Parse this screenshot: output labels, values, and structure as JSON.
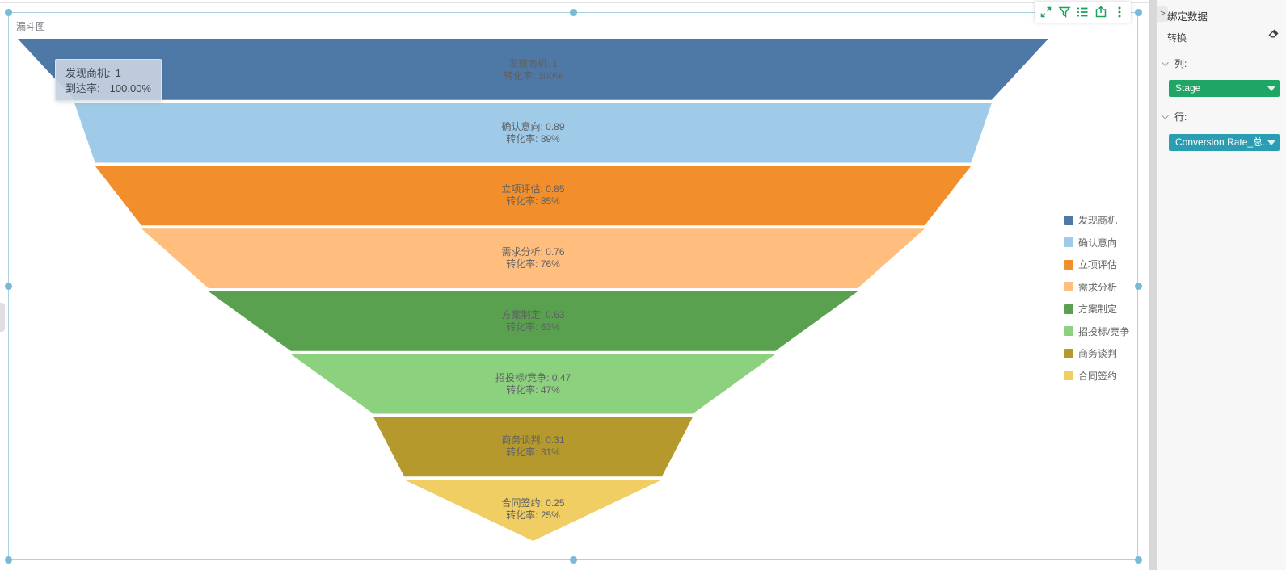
{
  "chart": {
    "title": "漏斗图"
  },
  "chart_data": {
    "type": "funnel",
    "title": "漏斗图",
    "sort": "descending",
    "legend_position": "right",
    "conversion_label": "转化率",
    "stages": [
      {
        "name": "发现商机",
        "value": "1",
        "value_num": 1.0,
        "conversion": "100%",
        "color": "#4E79A7"
      },
      {
        "name": "确认意向",
        "value": "0.89",
        "value_num": 0.89,
        "conversion": "89%",
        "color": "#A0CBE8"
      },
      {
        "name": "立项评估",
        "value": "0.85",
        "value_num": 0.85,
        "conversion": "85%",
        "color": "#F28E2B"
      },
      {
        "name": "需求分析",
        "value": "0.76",
        "value_num": 0.76,
        "conversion": "76%",
        "color": "#FFBE7D"
      },
      {
        "name": "方案制定",
        "value": "0.63",
        "value_num": 0.63,
        "conversion": "63%",
        "color": "#59A14F"
      },
      {
        "name": "招投标/竞争",
        "value": "0.47",
        "value_num": 0.47,
        "conversion": "47%",
        "color": "#8CD17D"
      },
      {
        "name": "商务谈判",
        "value": "0.31",
        "value_num": 0.31,
        "conversion": "31%",
        "color": "#B6992D"
      },
      {
        "name": "合同签约",
        "value": "0.25",
        "value_num": 0.25,
        "conversion": "25%",
        "color": "#F1CE63"
      }
    ]
  },
  "tooltip": {
    "rows": [
      {
        "label": "发现商机:",
        "value": "1"
      },
      {
        "label": "到达率:",
        "value": "100.00%"
      }
    ]
  },
  "toolbar": {
    "accent_color": "#1CA05C",
    "icons": [
      {
        "name": "expand-icon"
      },
      {
        "name": "filter-icon"
      },
      {
        "name": "legend-list-icon"
      },
      {
        "name": "export-icon"
      },
      {
        "name": "more-icon"
      }
    ]
  },
  "sidebar": {
    "collapse_glyph": ">",
    "title": "绑定数据",
    "transform_label": "转换",
    "columns_label": "列:",
    "rows_label": "行:",
    "column_field": {
      "label": "Stage",
      "color": "#1FA566"
    },
    "row_field": {
      "label": "Conversion Rate_总...",
      "color": "#2B9DB3"
    }
  }
}
